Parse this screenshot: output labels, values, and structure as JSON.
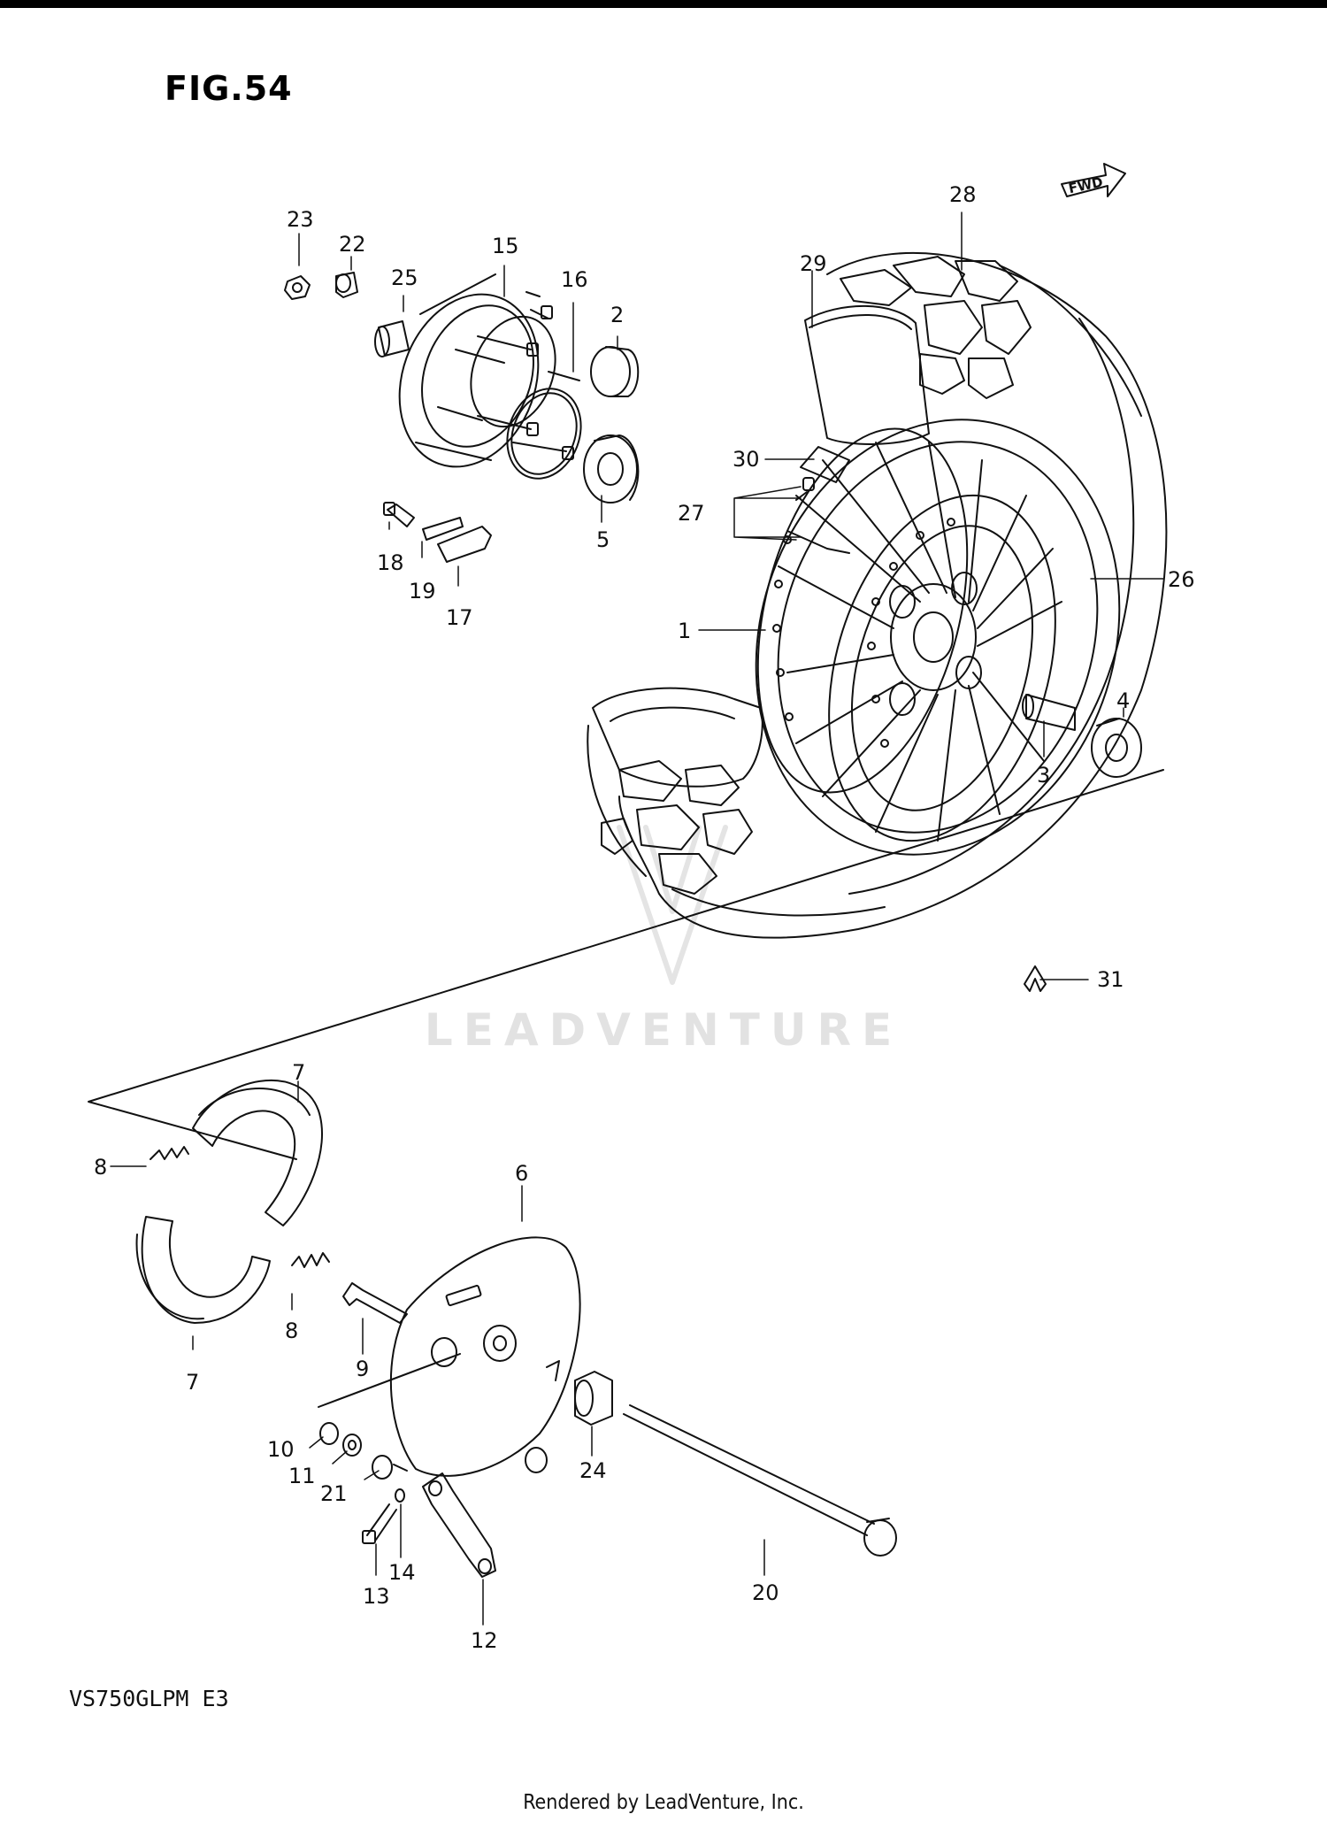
{
  "figure_title": "FIG.54",
  "model_code": "VS750GLPM  E3",
  "footer": "Rendered by LeadVenture, Inc.",
  "watermark": "LEADVENTURE",
  "fwd_label": "FWD",
  "callouts": {
    "c1": "1",
    "c2": "2",
    "c3": "3",
    "c4": "4",
    "c5": "5",
    "c6": "6",
    "c7a": "7",
    "c7b": "7",
    "c8a": "8",
    "c8b": "8",
    "c9": "9",
    "c10": "10",
    "c11": "11",
    "c12": "12",
    "c13": "13",
    "c14": "14",
    "c15": "15",
    "c16": "16",
    "c17": "17",
    "c18": "18",
    "c19": "19",
    "c20": "20",
    "c21": "21",
    "c22": "22",
    "c23": "23",
    "c24": "24",
    "c25": "25",
    "c26": "26",
    "c27": "27",
    "c28": "28",
    "c29": "29",
    "c30": "30",
    "c31": "31"
  }
}
